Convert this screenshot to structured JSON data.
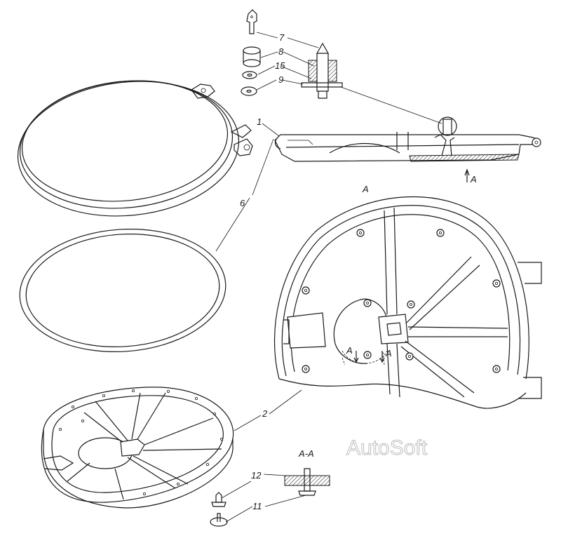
{
  "callouts": {
    "c7": "7",
    "c8": "8",
    "c15": "15",
    "c9": "9",
    "c1": "1",
    "c6": "6",
    "c2": "2",
    "c12": "12",
    "c11": "11"
  },
  "section_labels": {
    "view_arrow": "A",
    "view_title": "A",
    "cut_left": "A",
    "cut_right": "A",
    "section_title": "A-A"
  },
  "watermark": "AutoSoft"
}
